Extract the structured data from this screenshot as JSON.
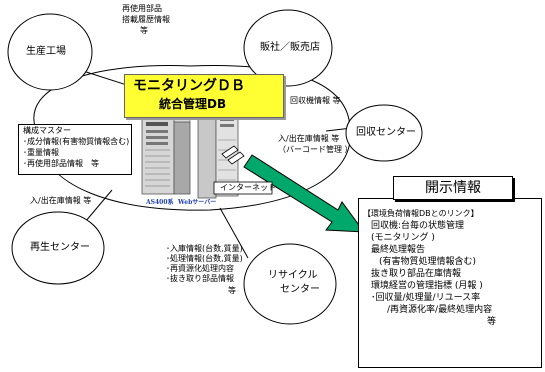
{
  "nodes": {
    "factory": "生産工場",
    "sales": "販社／販売店",
    "collection": "回収センター",
    "regeneration": "再生センター",
    "recycle_line1": "リサイクル",
    "recycle_line2": "センター"
  },
  "database": {
    "title": "モニタリングＤＢ",
    "subtitle": "統合管理DB"
  },
  "server": {
    "model": "AS400系",
    "web": "Webサーバー"
  },
  "internet_label": "インターネット",
  "flows": {
    "factory_info": [
      "再使用部品",
      "搭載履歴情報",
      "等"
    ],
    "collection_info": "回収機情報 等",
    "inout_to_collection": [
      "入/出在庫情報 等",
      "（バーコード管理 ）"
    ],
    "inout_to_regeneration": "入/出在庫情報 等",
    "recycle_info": [
      "･入庫情報(台数,質量)",
      "･処理情報(台数,質量)",
      "･再資源化処理内容",
      "･抜き取り部品情報",
      "等"
    ]
  },
  "master": {
    "title": "構成マスター",
    "items": [
      "･成分情報(有害物質情報含む)",
      "･重量情報",
      "･再使用部品情報　等"
    ]
  },
  "disclosure": {
    "title": "開示情報",
    "lines": [
      "【環境負荷情報DBとのリンク】",
      "回収機:台毎の状態管理",
      "(モニタリング )",
      "最終処理報告",
      "(有害物質処理情報含む)",
      "抜き取り部品在庫情報",
      "環境経営の管理指標 (月報 )",
      "･回収量/処理量/リユース率",
      "/再資源化率/最終処理内容",
      "等"
    ]
  },
  "colors": {
    "db_fill": "#ffff33",
    "arrow_fill": "#00a86b",
    "server_text": "#1f3fb0"
  }
}
